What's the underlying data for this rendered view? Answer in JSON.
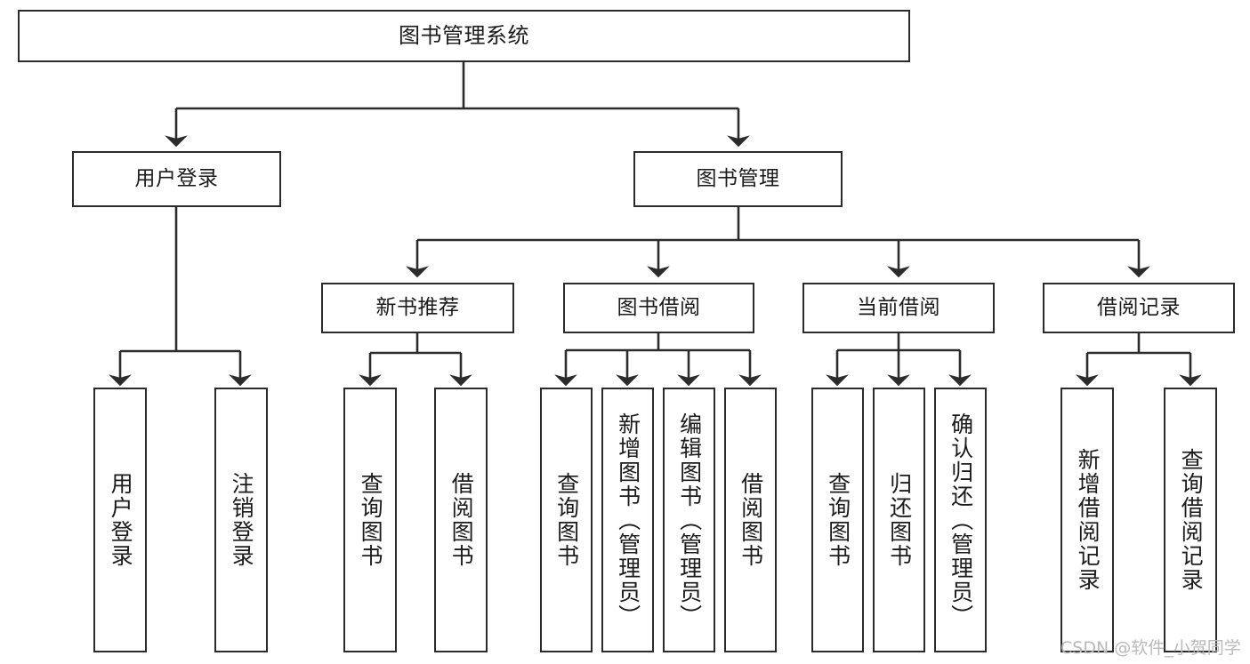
{
  "diagram": {
    "title": "图书管理系统",
    "type": "tree-hierarchy",
    "watermark": "CSDN @软件_小贺同学",
    "colors": {
      "background": "#ffffff",
      "box_border": "#2b2b2b",
      "box_fill": "#ffffff",
      "text": "#1b1b1b",
      "edge": "#2b2b2b",
      "watermark": "#b9b9b9"
    },
    "nodes": {
      "root": {
        "label": "图书管理系统"
      },
      "tier1": [
        {
          "label": "用户登录"
        },
        {
          "label": "图书管理"
        }
      ],
      "tier2": [
        {
          "label": "新书推荐"
        },
        {
          "label": "图书借阅"
        },
        {
          "label": "当前借阅"
        },
        {
          "label": "借阅记录"
        }
      ],
      "leaves": {
        "user_login": [
          {
            "label": "用户登录"
          },
          {
            "label": "注销登录"
          }
        ],
        "new_book_recommend": [
          {
            "label": "查询图书"
          },
          {
            "label": "借阅图书"
          }
        ],
        "book_borrow": [
          {
            "label": "查询图书"
          },
          {
            "label": "新增图书（管理员）"
          },
          {
            "label": "编辑图书（管理员）"
          },
          {
            "label": "借阅图书"
          }
        ],
        "current_borrow": [
          {
            "label": "查询图书"
          },
          {
            "label": "归还图书"
          },
          {
            "label": "确认归还（管理员）"
          }
        ],
        "borrow_record": [
          {
            "label": "新增借阅记录"
          },
          {
            "label": "查询借阅记录"
          }
        ]
      }
    }
  }
}
